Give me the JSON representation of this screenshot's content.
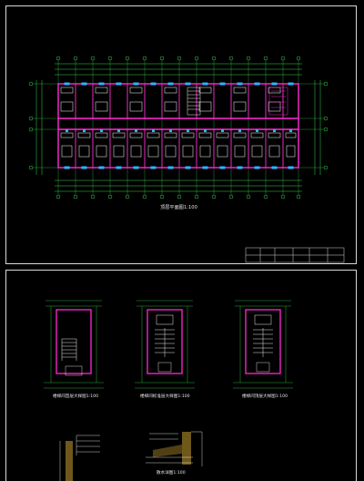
{
  "drawing": {
    "floor_plan_title": "顶层平面图",
    "floor_plan_scale": "1:100",
    "stair_captions": [
      {
        "title": "楼梯间首层大样图",
        "scale": "1:100"
      },
      {
        "title": "楼梯间标准层大样图",
        "scale": "1:100"
      },
      {
        "title": "楼梯间顶层大样图",
        "scale": "1:100"
      }
    ],
    "detail_captions": [
      {
        "title": "散水详图",
        "scale": "1:100"
      }
    ],
    "colors": {
      "background": "#000000",
      "border": "#d8d8d8",
      "grid": "#39d353",
      "wall": "#ff2ad4",
      "fixture": "#ffffff",
      "accent": "#29b6ff",
      "hatch": "#c8a030"
    }
  }
}
